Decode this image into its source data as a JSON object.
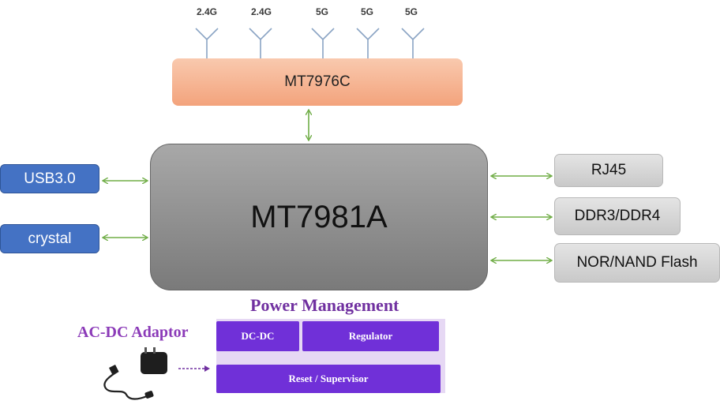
{
  "antennas": [
    {
      "label": "2.4G"
    },
    {
      "label": "2.4G"
    },
    {
      "label": "5G"
    },
    {
      "label": "5G"
    },
    {
      "label": "5G"
    }
  ],
  "wifi_chip": {
    "label": "MT7976C"
  },
  "soc": {
    "label": "MT7981A"
  },
  "left_blocks": [
    {
      "label": "USB3.0"
    },
    {
      "label": "crystal"
    }
  ],
  "right_blocks": [
    {
      "label": "RJ45"
    },
    {
      "label": "DDR3/DDR4"
    },
    {
      "label": "NOR/NAND Flash"
    }
  ],
  "power": {
    "title": "Power Management",
    "adaptor_label": "AC-DC Adaptor",
    "dcdc_label": "DC-DC",
    "regulator_label": "Regulator",
    "reset_label": "Reset / Supervisor"
  },
  "colors": {
    "wifi_chip": "#f3a37c",
    "soc": "#8c8c8c",
    "blue_block": "#4472c4",
    "grey_block": "#d6d6d6",
    "arrow": "#70ad47",
    "power_purple": "#7030d8",
    "power_title": "#7030a0"
  }
}
